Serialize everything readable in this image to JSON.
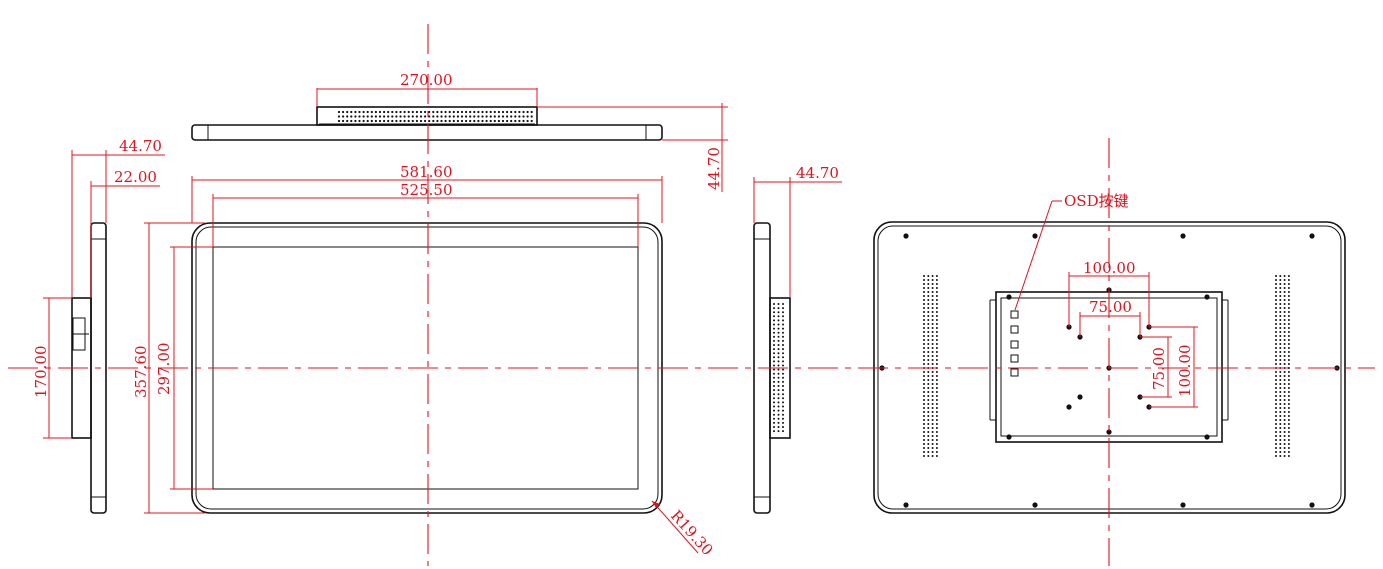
{
  "colors": {
    "outline": "#111111",
    "dimension": "#e0141e",
    "background": "#ffffff"
  },
  "dimensions": {
    "stand_width": "270.00",
    "side_depth_left": "44.70",
    "side_depth_inner": "22.00",
    "top_depth_right": "44.70",
    "overall_width": "581.60",
    "screen_width": "525.50",
    "side_depth_right": "44.70",
    "overall_height": "357.60",
    "screen_height": "297.00",
    "side_mount_height": "170.00",
    "corner_radius": "R19.30",
    "vesa_outer_width": "100.00",
    "vesa_inner_width": "75.00",
    "vesa_inner_height": "75.00",
    "vesa_outer_height": "100.00"
  },
  "annotations": {
    "osd_label": "OSD按键"
  }
}
